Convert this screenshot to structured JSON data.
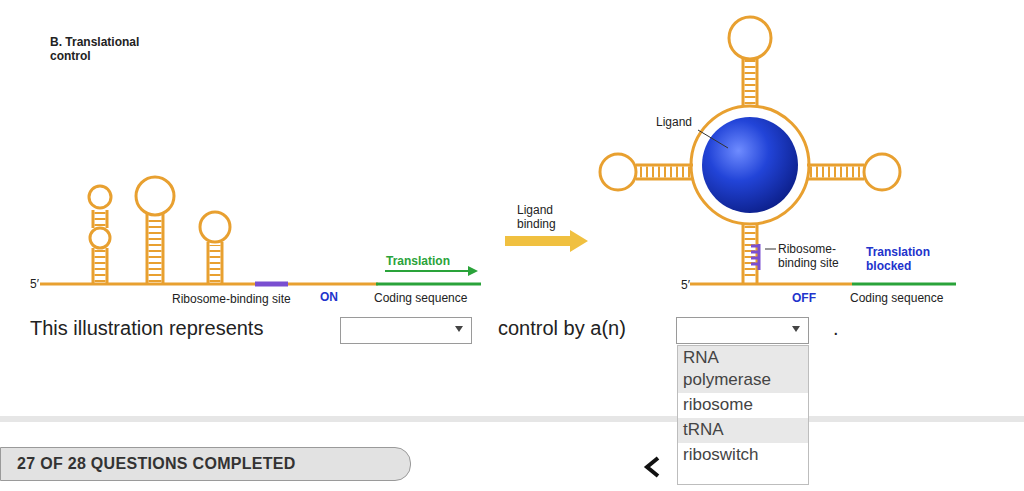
{
  "diagram": {
    "title": "B. Translational control",
    "nodes": [
      {
        "text": [
          "RNA polymerase",
          "ribosome",
          "tRNA",
          "riboswitch"
        ]
      },
      {
        "text": [
          "27 OF 28 QUESTIONS COMPLETED"
        ]
      }
    ],
    "labels": [
      "Ligand",
      "Ligand binding",
      "Translation",
      "5′",
      "Ribosome-binding site",
      "ON",
      "Coding sequence",
      "Ribosome-binding site",
      "Translation blocked",
      "5′",
      "OFF",
      "Coding sequence",
      "This illustration represents",
      "control by a(n)",
      "."
    ]
  }
}
